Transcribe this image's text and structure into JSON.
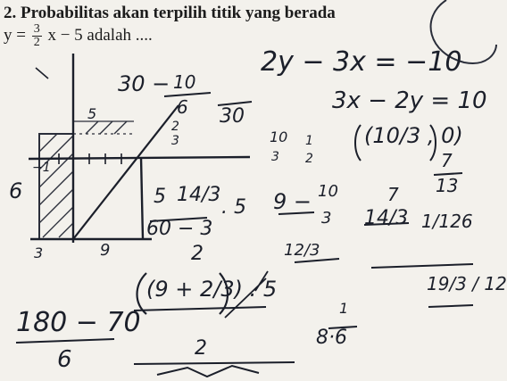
{
  "question": {
    "number": "2.",
    "line1": "Probabilitas akan terpilih titik yang berada",
    "eq_y": "y =",
    "eq_frac_num": "3",
    "eq_frac_den": "2",
    "eq_rest": "x − 5 adalah ...."
  },
  "handwriting": {
    "eq1": "2y − 3x = −10",
    "eq2": "3x − 2y = 10",
    "point": "(10/3 , 0)",
    "top_left": "30 −",
    "top_frac_num": "10",
    "top_frac_den": "6",
    "top_den": "30",
    "label_5_top": "5",
    "label_2_3": "2",
    "label_3": "3",
    "label_6": "6",
    "label_neg1": "−1",
    "label_3_bottom": "3",
    "label_9": "9",
    "frac_10_3_num": "10",
    "frac_10_3_den": "3",
    "frac_1_2_num": "1",
    "frac_1_2_den": "2",
    "mid_5": "5",
    "mid_14_3": "14/3",
    "mid_dot5": ". 5",
    "mid_60_3": "60 − 3",
    "mid_z": "2",
    "nine_minus": "9 −",
    "nine_frac_num": "10",
    "nine_frac_den": "3",
    "seven": "7",
    "seven_13_num": "7",
    "seven_13_den": "13",
    "fourteen_3": "14/3",
    "one_126": "1/126",
    "twelve_3": "12/3",
    "one_over": "1",
    "eight_6": "8·6",
    "nineteen_3_12": "19/3 / 12",
    "big_frac_num": "180 − 70",
    "big_frac_den": "6",
    "paren_expr": "(9 + 2/3) . 5",
    "paren_den": "2"
  }
}
